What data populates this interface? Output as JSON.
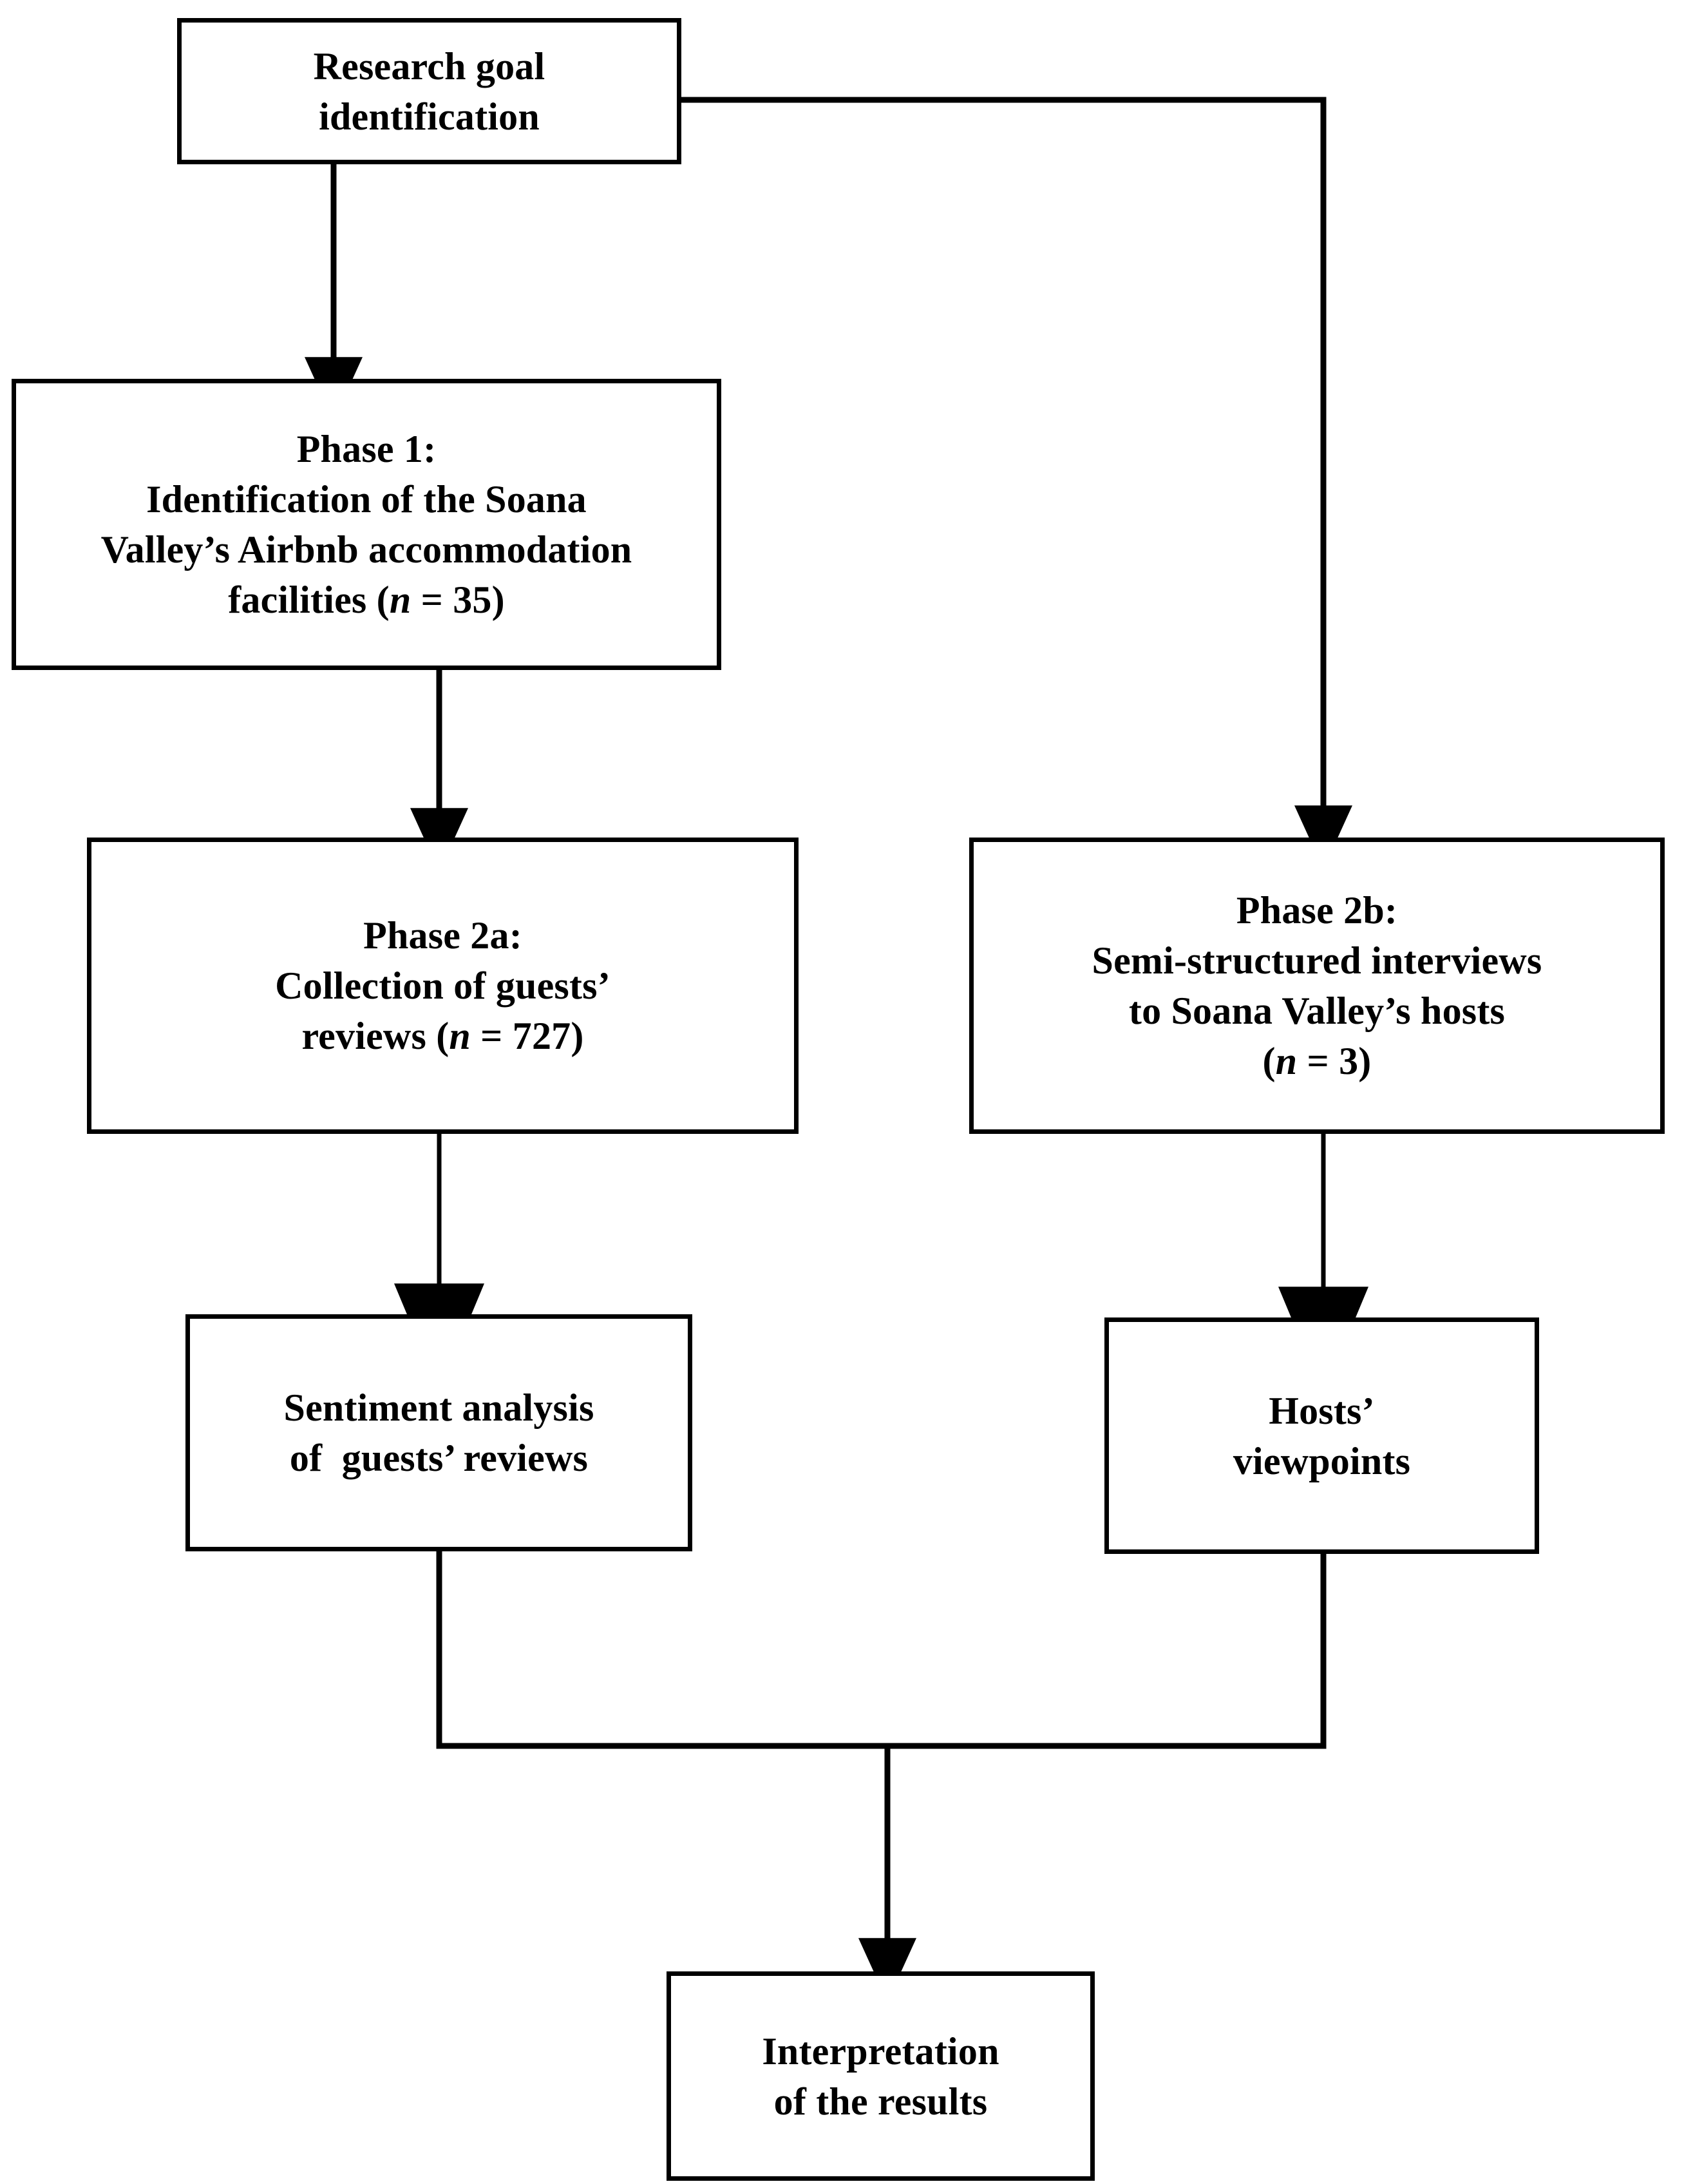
{
  "diagram": {
    "title": "Research design flowchart",
    "type": "flowchart",
    "colors": {
      "stroke": "#000000",
      "fill": "#ffffff",
      "text": "#000000"
    },
    "nodes": {
      "goal": {
        "id": "research-goal-identification",
        "lines": [
          "Research goal",
          "identification"
        ]
      },
      "phase1": {
        "id": "phase-1",
        "lines": [
          "Phase 1:",
          "Identification of the Soana",
          "Valley’s Airbnb accommodation",
          "facilities (n = 35)"
        ],
        "line1": "Phase 1:",
        "line2": "Identification of the Soana",
        "line3": "Valley’s Airbnb accommodation",
        "line4_pre": "facilities (",
        "line4_italic": "n",
        "line4_post": " = 35)",
        "sample_label": "n",
        "sample_size": 35
      },
      "phase2a": {
        "id": "phase-2a",
        "lines": [
          "Phase 2a:",
          "Collection of guests’",
          "reviews (n = 727)"
        ],
        "line1": "Phase 2a:",
        "line2": "Collection of guests’",
        "line3_pre": "reviews (",
        "line3_italic": "n",
        "line3_post": " = 727)",
        "sample_label": "n",
        "sample_size": 727
      },
      "phase2b": {
        "id": "phase-2b",
        "lines": [
          "Phase 2b:",
          "Semi-structured interviews",
          "to Soana Valley’s hosts",
          "(n = 3)"
        ],
        "line1": "Phase 2b:",
        "line2": "Semi-structured interviews",
        "line3": "to Soana Valley’s hosts",
        "line4_pre": "(",
        "line4_italic": "n",
        "line4_post": " = 3)",
        "sample_label": "n",
        "sample_size": 3
      },
      "sentiment": {
        "id": "sentiment-analysis",
        "lines": [
          "Sentiment analysis",
          "of  guests’ reviews"
        ],
        "line1": "Sentiment analysis",
        "line2": "of  guests’ reviews"
      },
      "hosts": {
        "id": "hosts-viewpoints",
        "lines": [
          "Hosts’",
          "viewpoints"
        ],
        "line1": "Hosts’",
        "line2": "viewpoints"
      },
      "interpretation": {
        "id": "interpretation-of-the-results",
        "lines": [
          "Interpretation",
          "of the results"
        ],
        "line1": "Interpretation",
        "line2": "of the results"
      }
    },
    "edges": [
      {
        "id": "goal-to-phase1",
        "from": "goal",
        "to": "phase1",
        "style": "straight-down",
        "arrow": "filled-triangle"
      },
      {
        "id": "goal-to-phase2b",
        "from": "goal",
        "to": "phase2b",
        "style": "elbow-right-down",
        "arrow": "filled-triangle"
      },
      {
        "id": "phase1-to-phase2a",
        "from": "phase1",
        "to": "phase2a",
        "style": "straight-down",
        "arrow": "filled-triangle"
      },
      {
        "id": "phase2a-to-sentiment",
        "from": "phase2a",
        "to": "sentiment",
        "style": "straight-down",
        "arrow": "filled-triangle"
      },
      {
        "id": "phase2b-to-hosts",
        "from": "phase2b",
        "to": "hosts",
        "style": "straight-down",
        "arrow": "filled-triangle"
      },
      {
        "id": "sentiment-to-merge",
        "from": "sentiment",
        "to": "merge-junction",
        "style": "elbow-down-right",
        "arrow": "none"
      },
      {
        "id": "hosts-to-merge",
        "from": "hosts",
        "to": "merge-junction",
        "style": "elbow-down-left",
        "arrow": "none"
      },
      {
        "id": "merge-to-interp",
        "from": "merge-junction",
        "to": "interpretation",
        "style": "straight-down",
        "arrow": "filled-triangle"
      }
    ]
  }
}
